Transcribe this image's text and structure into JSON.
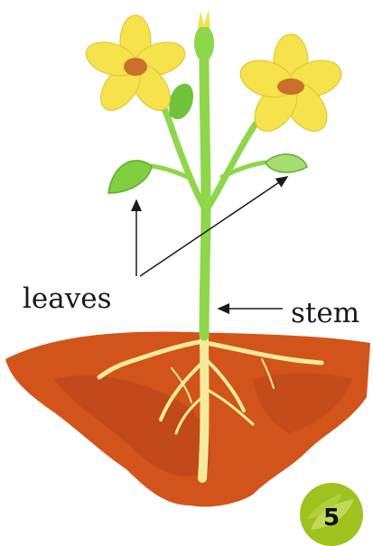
{
  "labels": {
    "leaves": "leaves",
    "stem": "stem"
  },
  "page_number": "5",
  "colors": {
    "soil": "#d2541a",
    "soil_dark": "#b4401a",
    "petal": "#f6e24a",
    "flower_center": "#c9702b",
    "stem": "#8ed64a",
    "leaf": "#7fcf3f",
    "root": "#f3eb9a",
    "badge": "#9fc21f"
  }
}
